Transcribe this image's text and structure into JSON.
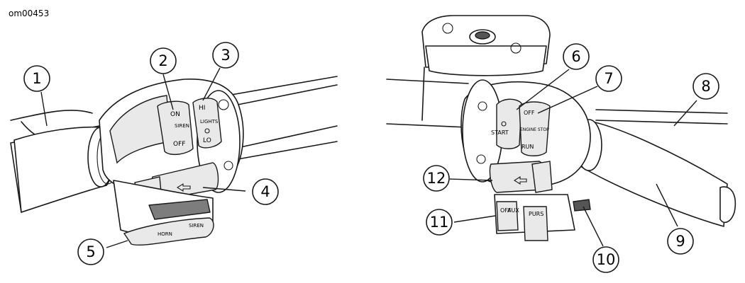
{
  "figure_id": "om00453",
  "callouts": [
    "1",
    "2",
    "3",
    "4",
    "5",
    "6",
    "7",
    "8",
    "9",
    "10",
    "11",
    "12"
  ],
  "switch_labels": {
    "on": "ON",
    "siren_vertical": "SIREN",
    "off": "OFF",
    "hi": "HI",
    "lights": "LIGHTS",
    "lo": "LO",
    "horn": "HORN",
    "siren": "SIREN",
    "start": "START",
    "engine_off": "OFF",
    "engine_stop": "ENGINE STOP",
    "run": "RUN",
    "off_vertical": "OFF",
    "aux": "AUX",
    "purs": "PURS"
  }
}
